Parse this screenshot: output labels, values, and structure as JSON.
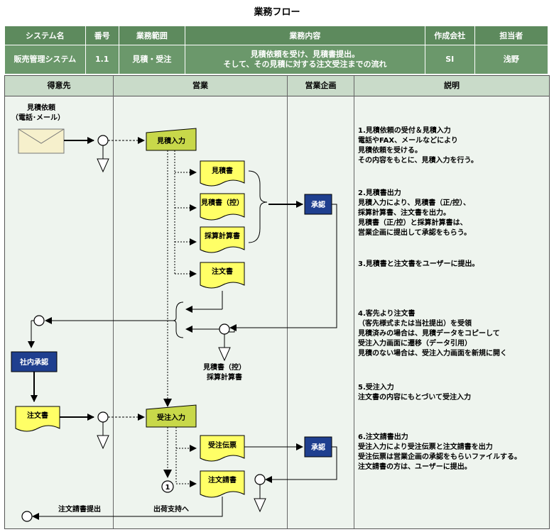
{
  "title": "業務フロー",
  "meta": {
    "headers": [
      "システム名",
      "番号",
      "業務範囲",
      "業務内容",
      "作成会社",
      "担当者"
    ],
    "system_name": "販売管理システム",
    "number": "1.1",
    "scope": "見積・受注",
    "content_line1": "見積依頼を受け、見積書提出。",
    "content_line2": "そして、その見積に対する注文受注までの流れ",
    "company": "SI",
    "person": "浅野"
  },
  "lanes": [
    "得意先",
    "営業",
    "営業企画",
    "説明"
  ],
  "nodes": {
    "request_line1": "見積依頼",
    "request_line2": "（電話･メール）",
    "quote_entry": "見積入力",
    "quote": "見積書",
    "quote_copy": "見積書（控）",
    "calc_sheet": "採算計算書",
    "order_form": "注文書",
    "approve1": "承認",
    "copy_line1": "見積書（控）",
    "copy_line2": "採算計算書",
    "internal_approval": "社内承認",
    "customer_order": "注文書",
    "order_entry": "受注入力",
    "order_slip": "受注伝票",
    "approve2": "承認",
    "order_ack": "注文請書",
    "connector": "1",
    "ack_submit": "注文請書提出",
    "to_shipping": "出荷支持へ"
  },
  "descriptions": [
    [
      "1.見積依頼の受付＆見積入力",
      "電話やFAX、メールなどにより",
      "見積依頼を受ける。",
      "その内容をもとに、見積入力を行う。"
    ],
    [
      "2.見積書出力",
      "見積入力により、見積書（正/控）、",
      "採算計算書、注文書を出力。",
      "見積書（正/控）と採算計算書は、",
      "営業企画に提出して承認をもらう。"
    ],
    [
      "3.見積書と注文書をユーザーに提出。"
    ],
    [
      "4.客先より注文書",
      "（客先様式または当社提出）を受領",
      "見積済みの場合は、見積データをコピーして",
      "受注入力画面に遷移（データ引用）",
      "見積のない場合は、受注入力画面を新規に開く"
    ],
    [
      "5.受注入力",
      "注文書の内容にもとづいて受注入力"
    ],
    [
      "6.注文請書出力",
      "受注入力により受注伝票と注文請書を出力",
      "受注伝票は営業企画の承認をもらいファイルする。",
      "注文請書の方は、ユーザーに提出。"
    ]
  ],
  "colors": {
    "header_green": "#5d8a5d",
    "lane_bg": "#eef4ee",
    "doc_yellow": "#ffff66",
    "process_green": "#c8d84a",
    "approve_blue": "#1f3f8f"
  }
}
